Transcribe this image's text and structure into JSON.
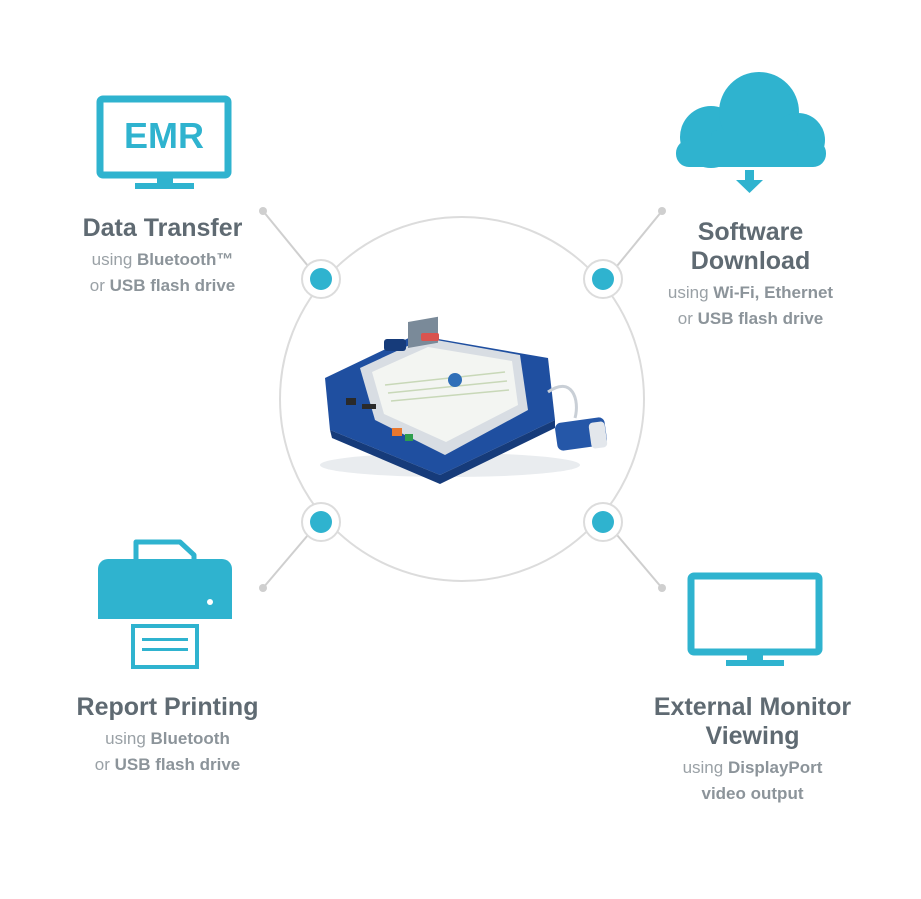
{
  "colors": {
    "accent": "#2fb3cf",
    "title_text": "#5f6a72",
    "sub_text": "#9aa1a6",
    "ring": "#dcdcdc",
    "connector": "#cfcfcf",
    "device_blue": "#1f4fa0"
  },
  "icons": {
    "data_transfer": "monitor-emr-icon",
    "software_download": "cloud-download-icon",
    "report_printing": "printer-icon",
    "external_monitor": "monitor-icon"
  },
  "emr_label": "EMR",
  "features": {
    "data_transfer": {
      "title": "Data Transfer",
      "line1_prefix": "using ",
      "line1_bold": "Bluetooth™",
      "line2_prefix": "or ",
      "line2_bold": "USB flash drive"
    },
    "software_download": {
      "title_line1": "Software",
      "title_line2": "Download",
      "line1_prefix": "using ",
      "line1_bold": "Wi-Fi, Ethernet",
      "line2_prefix": "or ",
      "line2_bold": "USB flash drive"
    },
    "report_printing": {
      "title": "Report Printing",
      "line1_prefix": "using ",
      "line1_bold": "Bluetooth",
      "line2_prefix": "or ",
      "line2_bold": "USB flash drive"
    },
    "external_monitor": {
      "title_line1": "External Monitor",
      "title_line2": "Viewing",
      "line1_prefix": "using ",
      "line1_bold": "DisplayPort",
      "line2_bold": "video output"
    }
  }
}
